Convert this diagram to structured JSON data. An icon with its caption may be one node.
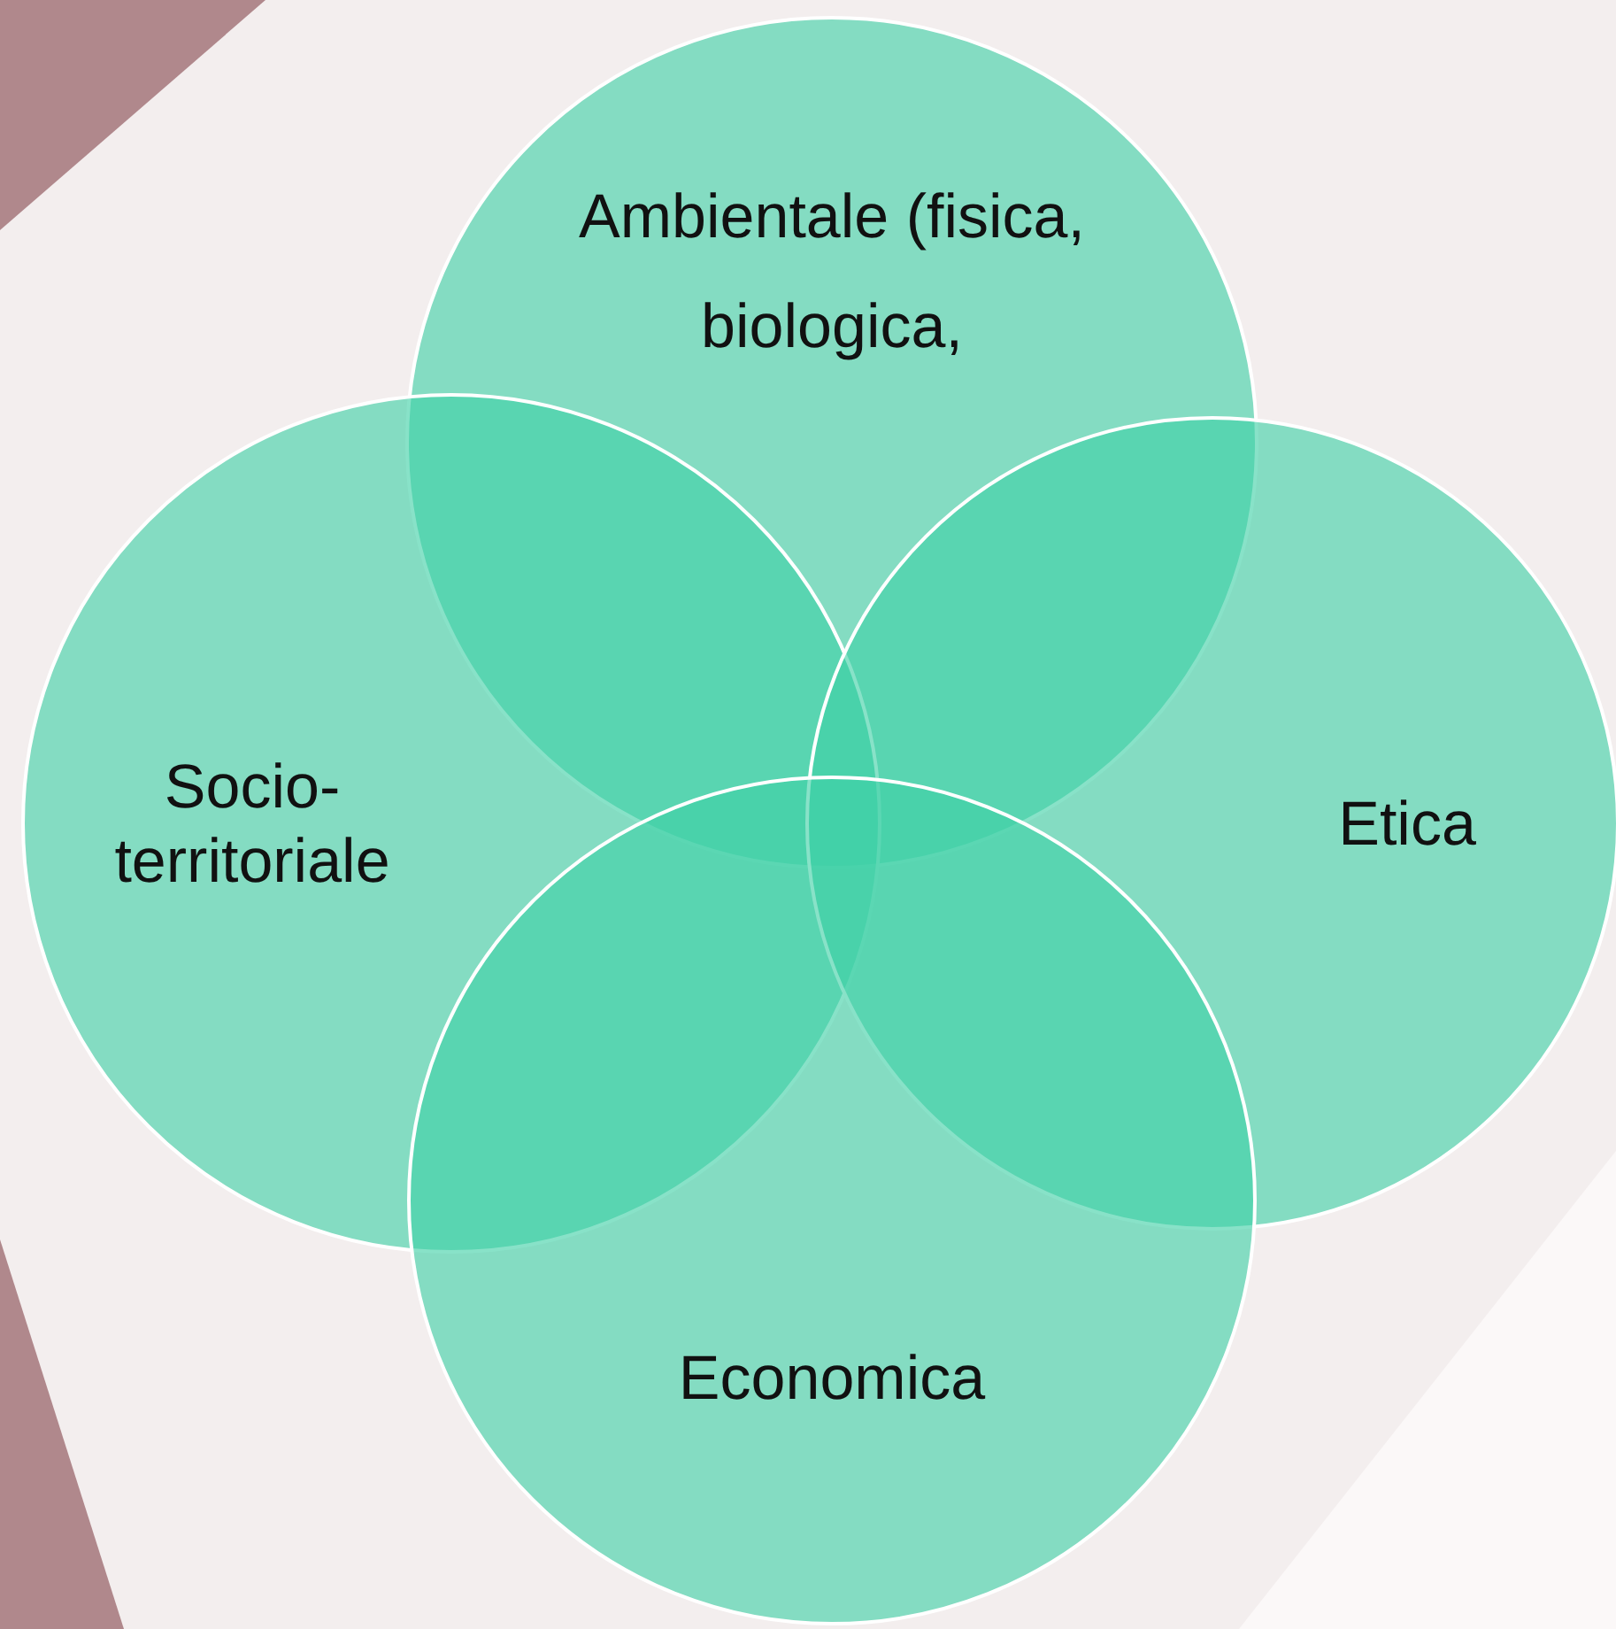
{
  "diagram": {
    "nodes": [
      {
        "text": [
          "Ambientale (fisica, biologica,"
        ]
      },
      {
        "text": [
          "Socio- territoriale"
        ]
      },
      {
        "text": [
          "Etica"
        ]
      },
      {
        "text": [
          "Economica"
        ]
      }
    ]
  }
}
